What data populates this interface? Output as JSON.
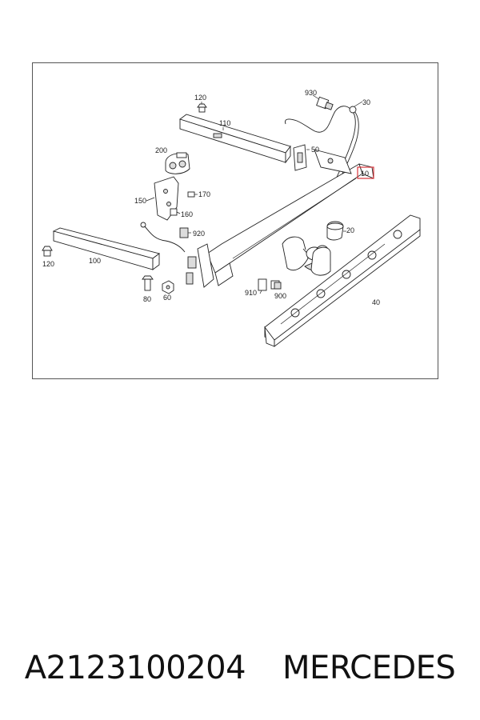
{
  "diagram": {
    "labels": {
      "p120a": "120",
      "p110": "110",
      "p930": "930",
      "p30": "30",
      "p200": "200",
      "p50": "50",
      "p10": "10",
      "p150": "150",
      "p170": "170",
      "p160": "160",
      "p920": "920",
      "p20": "20",
      "p120b": "120",
      "p100": "100",
      "p80": "80",
      "p60": "60",
      "p910": "910",
      "p900": "900",
      "p40": "40"
    },
    "highlight_color": "#d9343a"
  },
  "caption": {
    "part_number": "A2123100204",
    "brand": "MERCEDES"
  }
}
